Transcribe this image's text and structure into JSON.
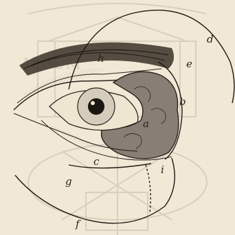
{
  "figure": {
    "watermark": {
      "lettering": "ALBUM",
      "note": "faint library-seal watermark drawn as a picture behind the engraving"
    },
    "labels": {
      "a": "a",
      "b": "b",
      "c": "c",
      "d": "d",
      "e": "e",
      "f": "f",
      "g": "g",
      "h": "h",
      "i": "i"
    },
    "colors": {
      "paper": "#f1e8d6",
      "ink": "#2b241c",
      "gland_shade": "#8a8077",
      "watermark": "#d9cfbd"
    }
  }
}
